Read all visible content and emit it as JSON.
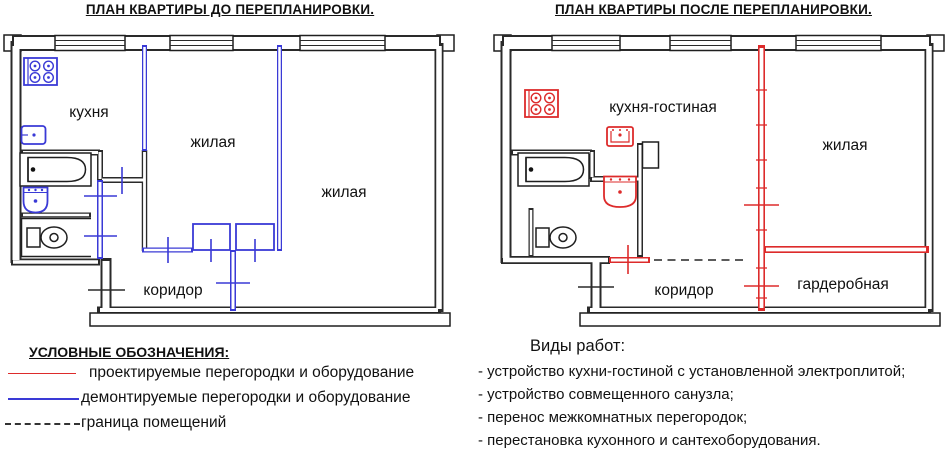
{
  "left_plan": {
    "title": "ПЛАН КВАРТИРЫ ДО ПЕРЕПЛАНИРОВКИ.",
    "rooms": [
      {
        "label": "кухня"
      },
      {
        "label": "жилая"
      },
      {
        "label": "жилая"
      },
      {
        "label": "коридор"
      }
    ],
    "fixtures": [
      "stove-icon",
      "kitchen-sink-icon",
      "bathtub-icon",
      "washbasin-icon",
      "toilet-icon"
    ]
  },
  "right_plan": {
    "title": "ПЛАН КВАРТИРЫ ПОСЛЕ ПЕРЕПЛАНИРОВКИ.",
    "rooms": [
      {
        "label": "кухня-гостиная"
      },
      {
        "label": "жилая"
      },
      {
        "label": "коридор"
      },
      {
        "label": "гардеробная"
      }
    ],
    "fixtures": [
      "stove-icon",
      "kitchen-sink-icon",
      "bathtub-icon",
      "washbasin-icon",
      "toilet-icon"
    ]
  },
  "legend": {
    "title": "УСЛОВНЫЕ ОБОЗНАЧЕНИЯ:",
    "items": [
      {
        "label": "проектируемые перегородки и оборудование",
        "line_style": "solid",
        "color": "#dd2b2b"
      },
      {
        "label": "демонтируемые перегородки и оборудование",
        "line_style": "solid",
        "color": "#3a3ad6"
      },
      {
        "label": "граница помещений",
        "line_style": "dashed",
        "color": "#333333"
      }
    ]
  },
  "works": {
    "title": "Виды работ:",
    "items": [
      "- устройство кухни-гостиной с установленной электроплитой;",
      "- устройство совмещенного санузла;",
      "- перенос межкомнатных перегородок;",
      "- перестановка кухонного и сантехоборудования."
    ]
  },
  "colors": {
    "walls_existing": "#2a2a2a",
    "partitions_new": "#dd2b2b",
    "partitions_demolished": "#3a3ad6",
    "room_boundary": "#333333"
  }
}
